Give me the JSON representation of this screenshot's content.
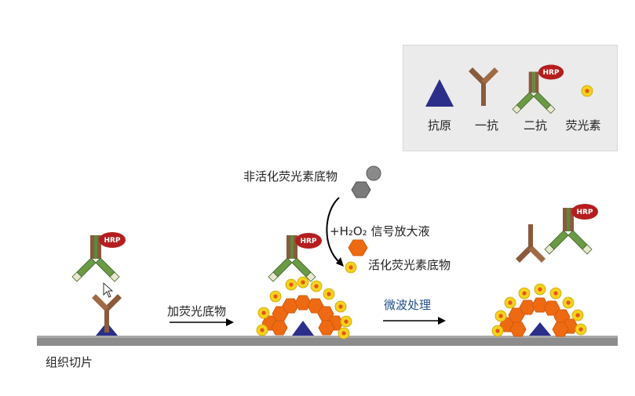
{
  "legend": {
    "antigen": "抗原",
    "primary_antibody": "一抗",
    "secondary_antibody": "二抗",
    "fluorescein": "荧光素",
    "hrp": "HRP"
  },
  "steps": {
    "add_substrate": "加荧光底物",
    "microwave": "微波处理"
  },
  "reaction": {
    "inactive_substrate": "非活化荧光素底物",
    "amplifier": "+H₂O₂ 信号放大液",
    "active_substrate": "活化荧光素底物"
  },
  "tissue_label": "组织切片",
  "colors": {
    "antigen": "#2b2f8a",
    "primary_antibody": "#8a5a3c",
    "secondary_antibody": "#5e8a3a",
    "hrp": "#b41e1e",
    "fluorescein_core": "#f07d1e",
    "fluorescein_ring": "#f5d21e",
    "deposit": "#ee6a12",
    "tissue": "#8c8c8c"
  }
}
